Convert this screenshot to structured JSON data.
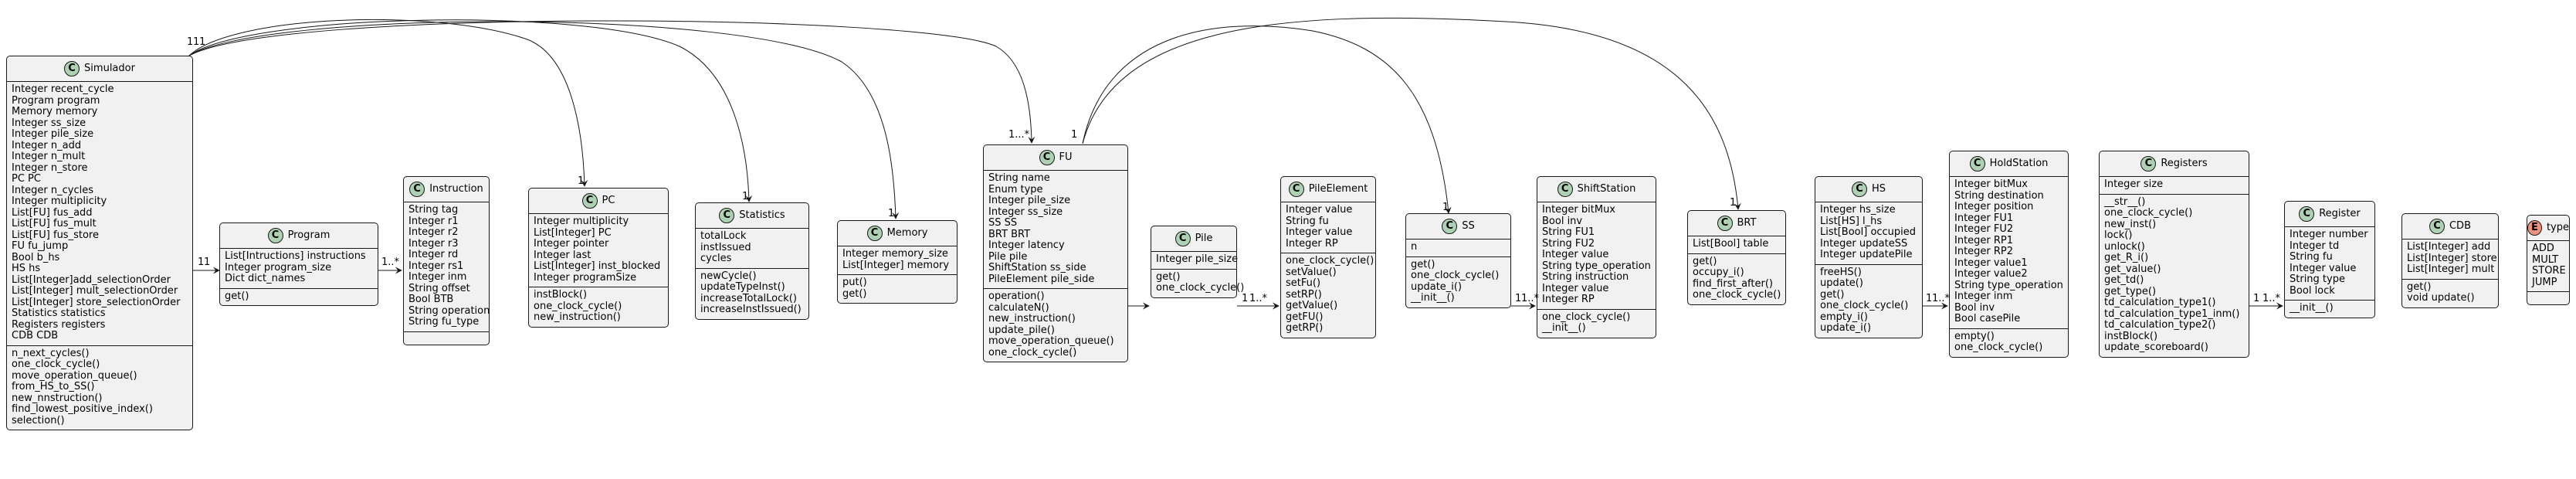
{
  "classes": [
    {
      "id": "simulador",
      "name": "Simulador",
      "stereo": "C",
      "fields": [
        "Integer recent_cycle",
        "Program program",
        "Memory memory",
        "Integer ss_size",
        "Integer pile_size",
        "Integer n_add",
        "Integer n_mult",
        "Integer n_store",
        "PC PC",
        "Integer n_cycles",
        "Integer multiplicity",
        "List[FU] fus_add",
        "List[FU] fus_mult",
        "List[FU] fus_store",
        "FU fu_jump",
        "Bool b_hs",
        "HS hs",
        "List[Integer]add_selectionOrder",
        "List[Integer] mult_selectionOrder",
        "List[Integer] store_selectionOrder",
        "Statistics statistics",
        "Registers registers",
        "CDB CDB"
      ],
      "methods": [
        "n_next_cycles()",
        "one_clock_cycle()",
        "move_operation_queue()",
        "from_HS_to_SS()",
        "new_nnstruction()",
        "find_lowest_positive_index()",
        "selection()"
      ]
    },
    {
      "id": "program",
      "name": "Program",
      "stereo": "C",
      "fields": [
        "List[Intructions] instructions",
        "Integer program_size",
        "Dict dict_names"
      ],
      "methods": [
        "get()"
      ]
    },
    {
      "id": "instruction",
      "name": "Instruction",
      "stereo": "C",
      "fields": [
        "String tag",
        "Integer r1",
        "Integer r2",
        "Integer r3",
        "Integer rd",
        "Integer rs1",
        "Integer inm",
        "String offset",
        "Bool BTB",
        "String operation",
        "String fu_type"
      ],
      "methods": []
    },
    {
      "id": "pc",
      "name": "PC",
      "stereo": "C",
      "fields": [
        "Integer multiplicity",
        "List[Integer] PC",
        "Integer pointer",
        "Integer last",
        "List[Integer] inst_blocked",
        "Integer programSize"
      ],
      "methods": [
        "instBlock()",
        "one_clock_cycle()",
        "new_instruction()"
      ]
    },
    {
      "id": "statistics",
      "name": "Statistics",
      "stereo": "C",
      "fields": [
        "totalLock",
        "instIssued",
        "cycles"
      ],
      "methods": [
        "newCycle()",
        "updateTypeInst()",
        "increaseTotalLock()",
        "increaseInstIssued()"
      ]
    },
    {
      "id": "memory",
      "name": "Memory",
      "stereo": "C",
      "fields": [
        "Integer memory_size",
        "List[Integer] memory"
      ],
      "methods": [
        "put()",
        "get()"
      ]
    },
    {
      "id": "fu",
      "name": "FU",
      "stereo": "C",
      "fields": [
        "String name",
        "Enum type",
        "Integer pile_size",
        "Integer ss_size",
        "SS SS",
        "BRT BRT",
        "Integer latency",
        "Pile pile",
        "ShiftStation ss_side",
        "PileElement pile_side"
      ],
      "methods": [
        "operation()",
        "calculateN()",
        "new_instruction()",
        "update_pile()",
        "move_operation_queue()",
        "one_clock_cycle()"
      ]
    },
    {
      "id": "pile",
      "name": "Pile",
      "stereo": "C",
      "fields": [
        "Integer pile_size"
      ],
      "methods": [
        "get()",
        "one_clock_cycle()"
      ]
    },
    {
      "id": "pileelement",
      "name": "PileElement",
      "stereo": "C",
      "fields": [
        "Integer value",
        "String fu",
        "Integer value",
        "Integer RP"
      ],
      "methods": [
        "one_clock_cycle()",
        "setValue()",
        "setFu()",
        "setRP()",
        "getValue()",
        "getFU()",
        "getRP()"
      ]
    },
    {
      "id": "ss",
      "name": "SS",
      "stereo": "C",
      "fields": [
        "n"
      ],
      "methods": [
        "get()",
        "one_clock_cycle()",
        "update_i()",
        "__init__()"
      ]
    },
    {
      "id": "shiftstation",
      "name": "ShiftStation",
      "stereo": "C",
      "fields": [
        "Integer bitMux",
        "Bool inv",
        "String FU1",
        "String FU2",
        "Integer value",
        "String type_operation",
        "String instruction",
        "Integer value",
        "Integer RP"
      ],
      "methods": [
        "one_clock_cycle()",
        "__init__()"
      ]
    },
    {
      "id": "brt",
      "name": "BRT",
      "stereo": "C",
      "fields": [
        "List[Bool] table"
      ],
      "methods": [
        "get()",
        "occupy_i()",
        "find_first_after()",
        "one_clock_cycle()"
      ]
    },
    {
      "id": "hs",
      "name": "HS",
      "stereo": "C",
      "fields": [
        "Integer hs_size",
        "List[HS] l_hs",
        "List[Bool] occupied",
        "Integer updateSS",
        "Integer updatePile"
      ],
      "methods": [
        "freeHS()",
        "update()",
        "get()",
        "one_clock_cycle()",
        "empty_i()",
        "update_i()"
      ]
    },
    {
      "id": "holdstation",
      "name": "HoldStation",
      "stereo": "C",
      "fields": [
        "Integer bitMux",
        "String destination",
        "Integer position",
        "Integer FU1",
        "Integer FU2",
        "Integer RP1",
        "Integer RP2",
        "Integer value1",
        "Integer value2",
        "String type_operation",
        "Integer inm",
        "Bool inv",
        "Bool casePile"
      ],
      "methods": [
        "empty()",
        "one_clock_cycle()"
      ]
    },
    {
      "id": "registers",
      "name": "Registers",
      "stereo": "C",
      "fields": [
        "Integer size"
      ],
      "methods": [
        "__str__()",
        "one_clock_cycle()",
        "new_inst()",
        "lock()",
        "unlock()",
        "get_R_i()",
        "get_value()",
        "get_td()",
        "get_type()",
        "td_calculation_type1()",
        "td_calculation_type1_inm()",
        "td_calculation_type2()",
        "instBlock()",
        "update_scoreboard()"
      ]
    },
    {
      "id": "register",
      "name": "Register",
      "stereo": "C",
      "fields": [
        "Integer number",
        "Integer td",
        "String fu",
        "Integer value",
        "String type",
        "Bool lock"
      ],
      "methods": [
        "__init__()"
      ]
    },
    {
      "id": "cdb",
      "name": "CDB",
      "stereo": "C",
      "fields": [
        "List[Integer] add",
        "List[Integer] store",
        "List[Integer] mult"
      ],
      "methods": [
        "get()",
        "void update()"
      ]
    },
    {
      "id": "type",
      "name": "type",
      "stereo": "E",
      "fields": [
        "ADD",
        "MULT",
        "STORE",
        "JUMP"
      ],
      "methods": []
    }
  ],
  "labels": [
    {
      "id": "sim-top",
      "text": "1"
    },
    {
      "id": "sim-top2",
      "text": "1"
    },
    {
      "id": "sim-top3",
      "text": "1"
    },
    {
      "id": "prog-src",
      "text": "1"
    },
    {
      "id": "prog-dst",
      "text": "1"
    },
    {
      "id": "prog-many",
      "text": "1..*"
    },
    {
      "id": "pc-dst",
      "text": "1"
    },
    {
      "id": "stat-dst",
      "text": "1"
    },
    {
      "id": "mem-dst",
      "text": "1"
    },
    {
      "id": "fu-dst",
      "text": "1...*"
    },
    {
      "id": "fu-top",
      "text": "1"
    },
    {
      "id": "pile-src",
      "text": "1"
    },
    {
      "id": "pile-many",
      "text": "1..*"
    },
    {
      "id": "ss-src",
      "text": "1"
    },
    {
      "id": "ss-many",
      "text": "1..*"
    },
    {
      "id": "ss-dst",
      "text": "1"
    },
    {
      "id": "brt-dst",
      "text": "1"
    },
    {
      "id": "hs-src",
      "text": "1"
    },
    {
      "id": "hs-many",
      "text": "1..*"
    },
    {
      "id": "reg-src",
      "text": "1"
    },
    {
      "id": "reg-many",
      "text": "1..*"
    }
  ]
}
